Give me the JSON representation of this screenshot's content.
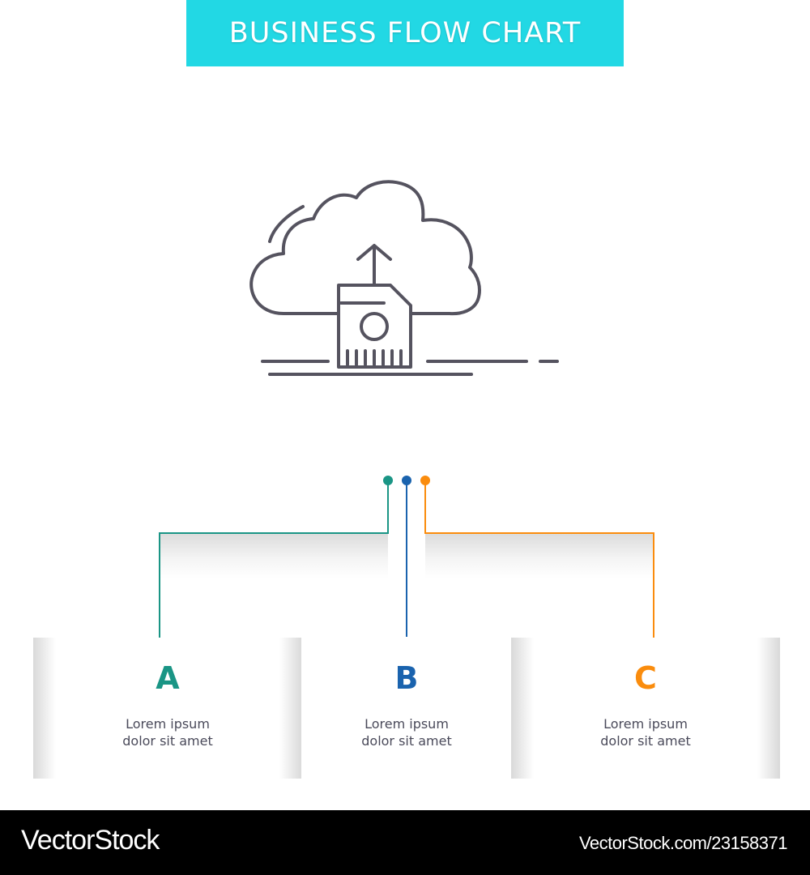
{
  "header": {
    "title": "BUSINESS FLOW CHART",
    "background_color": "#22d8e4"
  },
  "hero_icon": {
    "name": "cloud-upload-sd-card-icon",
    "stroke_color": "#55535f"
  },
  "steps": [
    {
      "letter": "A",
      "line1": "Lorem ipsum",
      "line2": "dolor sit amet",
      "color": "#1a9585"
    },
    {
      "letter": "B",
      "line1": "Lorem ipsum",
      "line2": "dolor sit amet",
      "color": "#1a63ae"
    },
    {
      "letter": "C",
      "line1": "Lorem ipsum",
      "line2": "dolor sit amet",
      "color": "#fa8c0d"
    }
  ],
  "footer": {
    "brand": "VectorStock",
    "reference": "VectorStock.com/23158371"
  }
}
